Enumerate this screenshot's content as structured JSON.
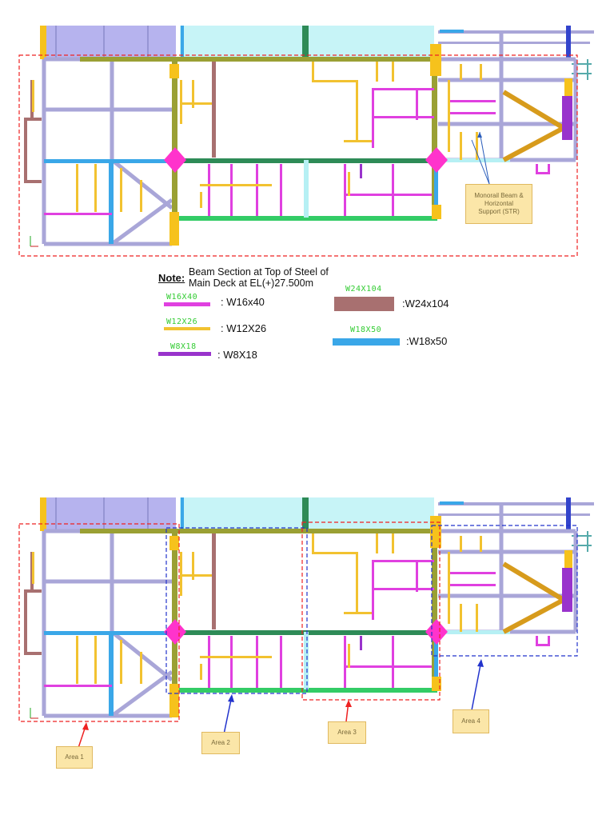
{
  "note": {
    "label": "Note:",
    "text": "Beam Section at Top of Steel of\nMain Deck at EL(+)27.500m"
  },
  "legend": [
    {
      "tag": "W16X40",
      "desc": ": W16x40",
      "color": "#e040e0"
    },
    {
      "tag": "W12X26",
      "desc": ": W12X26",
      "color": "#f2c230"
    },
    {
      "tag": "W8X18",
      "desc": ": W8X18",
      "color": "#9933cc"
    },
    {
      "tag": "W24X104",
      "desc": ":W24x104",
      "color": "#a87070"
    },
    {
      "tag": "W18X50",
      "desc": ":W18x50",
      "color": "#3aa7e8"
    }
  ],
  "callout_top": {
    "text": "Monorail Beam &\nHorizontal\nSupport (STR)"
  },
  "areas": [
    {
      "label": "Area 1"
    },
    {
      "label": "Area 2"
    },
    {
      "label": "Area 3"
    },
    {
      "label": "Area 4"
    }
  ],
  "colors": {
    "grid": "#a9a6d8",
    "olive": "#9aa034",
    "teal": "#2e8b57",
    "green": "#33cc66",
    "cyan": "#b6f0f4",
    "lavender": "#b6b3ee",
    "orange": "#f6c21c",
    "red_dash": "#ee2222",
    "blue_dash": "#2233cc"
  }
}
